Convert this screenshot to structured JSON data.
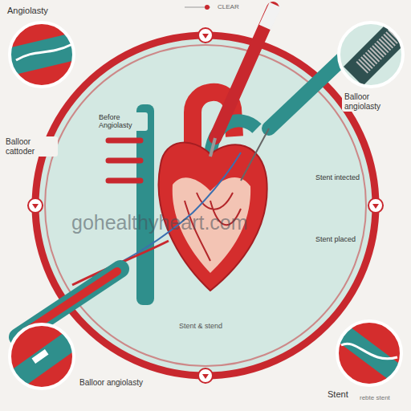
{
  "diagram": {
    "labels": [
      "Angiolasty",
      "CLEAR",
      "Balloor cattoder",
      "Before Angiolasty",
      "Balloor angiolasty",
      "gohealthyheart.com",
      "Stent intected",
      "Stent placed",
      "Stent & stend",
      "Balloor angiolasty",
      "Stent",
      "rebte stent"
    ]
  }
}
